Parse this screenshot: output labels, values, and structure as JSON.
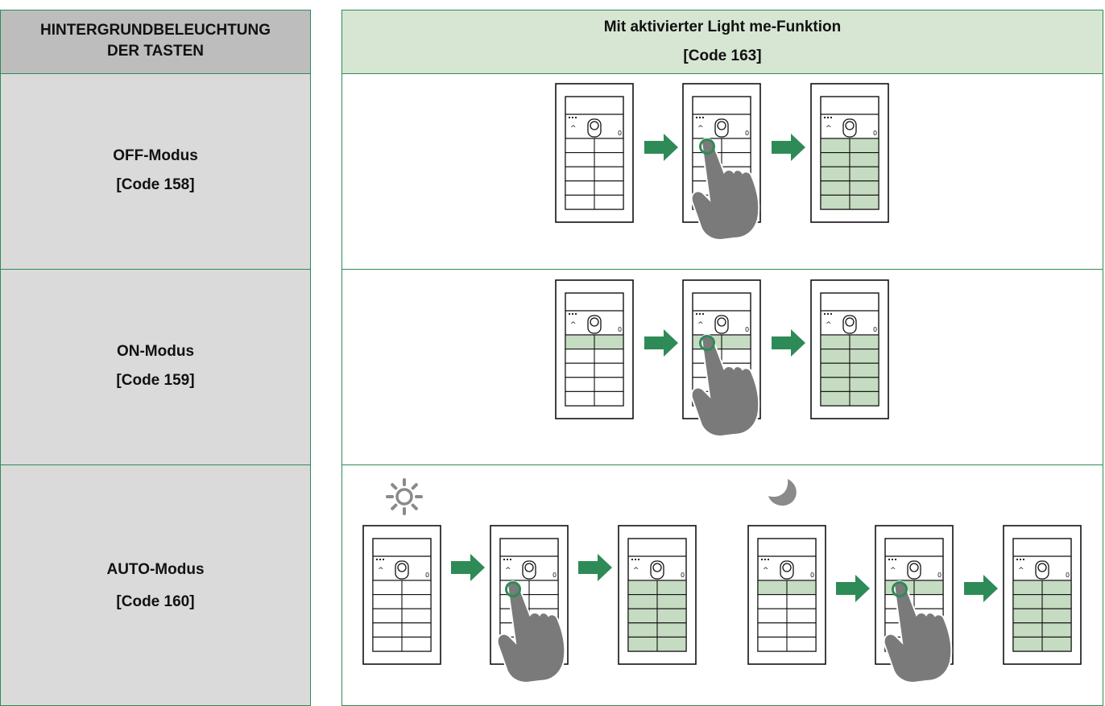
{
  "header": {
    "left_line1": "HINTERGRUNDBELEUCHTUNG",
    "left_line2": "DER TASTEN",
    "right_line1": "Mit aktivierter Light me-Funktion",
    "right_line2": "[Code 163]"
  },
  "rows": [
    {
      "mode": "OFF-Modus",
      "code": "[Code 158]"
    },
    {
      "mode": "ON-Modus",
      "code": "[Code 159]"
    },
    {
      "mode": "AUTO-Modus",
      "code": "[Code 160]"
    }
  ],
  "colors": {
    "border": "#2e8b57",
    "arrow": "#2e8b57",
    "lit_key": "#c6dcc2",
    "hand": "#7a7a7a",
    "header_left_bg": "#bdbdbd",
    "header_right_bg": "#d7e6d3",
    "row_left_bg": "#dadada"
  },
  "icons": {
    "day": "sun-icon",
    "night": "moon-icon",
    "press": "hand-icon",
    "step": "arrow-right-icon"
  }
}
